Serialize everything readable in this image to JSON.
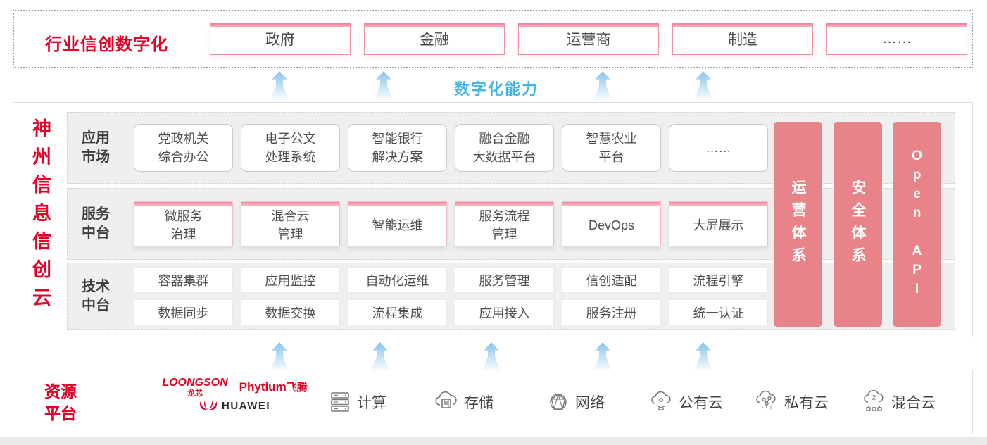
{
  "colors": {
    "accent_red": "#e60027",
    "bar_pink": "#e9838a",
    "capability_blue": "#45b5e8"
  },
  "top_band": {
    "label": "行业信创数字化",
    "industries": [
      "政府",
      "金融",
      "运营商",
      "制造",
      "……"
    ]
  },
  "capability": {
    "label": "数字化能力"
  },
  "platform": {
    "vertical_title": "神州信息信创云",
    "app_row": {
      "label_line1": "应用",
      "label_line2": "市场",
      "items": [
        [
          "党政机关",
          "综合办公"
        ],
        [
          "电子公文",
          "处理系统"
        ],
        [
          "智能银行",
          "解决方案"
        ],
        [
          "融合金融",
          "大数据平台"
        ],
        [
          "智慧农业",
          "平台"
        ],
        [
          "……"
        ]
      ]
    },
    "service_row": {
      "label_line1": "服务",
      "label_line2": "中台",
      "items": [
        [
          "微服务",
          "治理"
        ],
        [
          "混合云",
          "管理"
        ],
        [
          "智能运维"
        ],
        [
          "服务流程",
          "管理"
        ],
        [
          "DevOps"
        ],
        [
          "大屏展示"
        ]
      ]
    },
    "tech_row": {
      "label_line1": "技术",
      "label_line2": "中台",
      "items_top": [
        "容器集群",
        "应用监控",
        "自动化运维",
        "服务管理",
        "信创适配",
        "流程引擎"
      ],
      "items_bottom": [
        "数据同步",
        "数据交换",
        "流程集成",
        "应用接入",
        "服务注册",
        "统一认证"
      ]
    },
    "side_bars": [
      "运营体系",
      "安全体系",
      "Open API"
    ]
  },
  "resources": {
    "label_line1": "资源",
    "label_line2": "平台",
    "vendors": [
      {
        "name": "LOONGSON",
        "sub": "龙芯"
      },
      {
        "name": "Phytium",
        "sub": "飞腾"
      },
      {
        "name": "HUAWEI"
      }
    ],
    "items": [
      {
        "icon": "compute-icon",
        "label": "计算"
      },
      {
        "icon": "storage-icon",
        "label": "存储"
      },
      {
        "icon": "network-icon",
        "label": "网络"
      },
      {
        "icon": "public-cloud-icon",
        "label": "公有云"
      },
      {
        "icon": "private-cloud-icon",
        "label": "私有云"
      },
      {
        "icon": "hybrid-cloud-icon",
        "label": "混合云"
      }
    ]
  }
}
